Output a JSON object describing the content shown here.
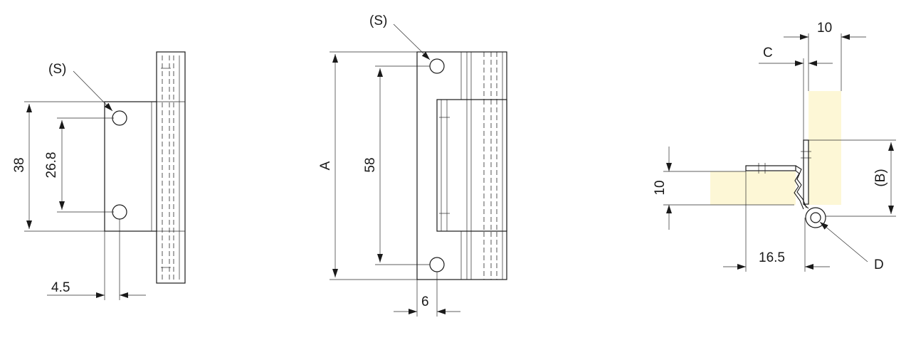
{
  "labels": {
    "s_left": "(S)",
    "dim_38": "38",
    "dim_26_8": "26.8",
    "dim_4_5": "4.5",
    "s_mid": "(S)",
    "dim_a": "A",
    "dim_58": "58",
    "dim_6": "6",
    "dim_10_top": "10",
    "dim_c": "C",
    "dim_10_left": "10",
    "dim_b": "(B)",
    "dim_16_5": "16.5",
    "dim_d": "D"
  },
  "colors": {
    "line": "#1a1a1a",
    "wood": "#fdf7d6",
    "background": "#ffffff"
  }
}
